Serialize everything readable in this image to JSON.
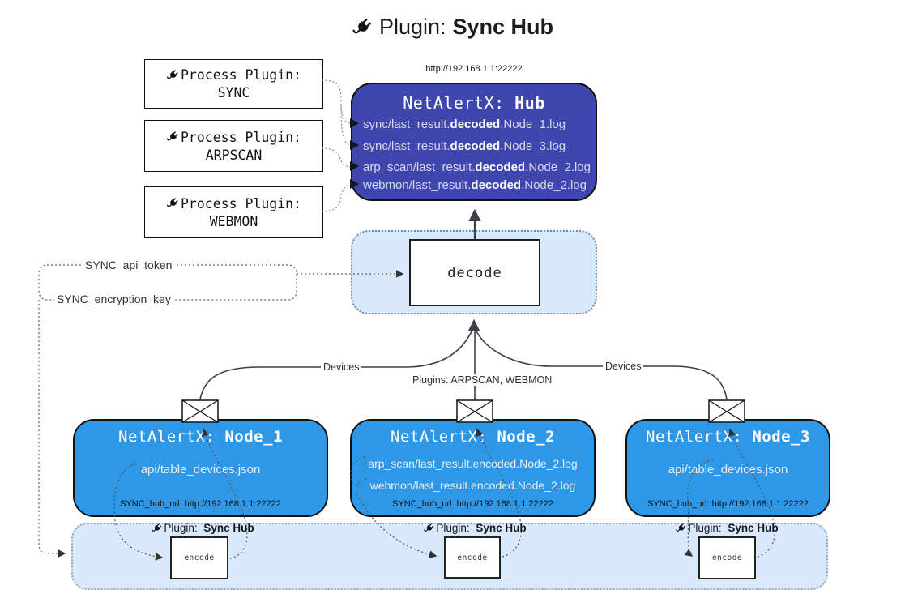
{
  "title": {
    "label": "Plugin:",
    "name": "Sync Hub"
  },
  "process_plugins": [
    {
      "label": "Process Plugin:",
      "name": "SYNC"
    },
    {
      "label": "Process Plugin:",
      "name": "ARPSCAN"
    },
    {
      "label": "Process Plugin:",
      "name": "WEBMON"
    }
  ],
  "hub": {
    "url": "http://192.168.1.1:22222",
    "title": "NetAlertX:",
    "name": "Hub",
    "entries": [
      {
        "pre": "sync/last_result.",
        "bold": "decoded",
        "post": ".Node_1.log"
      },
      {
        "pre": "sync/last_result.",
        "bold": "decoded",
        "post": ".Node_3.log"
      },
      {
        "pre": "arp_scan/last_result.",
        "bold": "decoded",
        "post": ".Node_2.log"
      },
      {
        "pre": "webmon/last_result.",
        "bold": "decoded",
        "post": ".Node_2.log"
      }
    ]
  },
  "decode_label": "decode",
  "settings": {
    "api_token": "SYNC_api_token",
    "encryption_key": "SYNC_encryption_key"
  },
  "edge_labels": {
    "left": "Devices",
    "center": "Plugins: ARPSCAN, WEBMON",
    "right": "Devices"
  },
  "nodes": [
    {
      "title": "NetAlertX:",
      "name": "Node_1",
      "files": [
        "api/table_devices.json"
      ],
      "hub_url": "SYNC_hub_url: http://192.168.1.1:22222"
    },
    {
      "title": "NetAlertX:",
      "name": "Node_2",
      "files": [
        "arp_scan/last_result.encoded.Node_2.log",
        "webmon/last_result.encoded.Node_2.log"
      ],
      "hub_url": "SYNC_hub_url: http://192.168.1.1:22222"
    },
    {
      "title": "NetAlertX:",
      "name": "Node_3",
      "files": [
        "api/table_devices.json"
      ],
      "hub_url": "SYNC_hub_url: http://192.168.1.1:22222"
    }
  ],
  "encoders": [
    {
      "label": "Plugin:",
      "name": "Sync Hub",
      "box": "encode"
    },
    {
      "label": "Plugin:",
      "name": "Sync Hub",
      "box": "encode"
    },
    {
      "label": "Plugin:",
      "name": "Sync Hub",
      "box": "encode"
    }
  ],
  "colors": {
    "hub_bg": "#3f46ae",
    "node_bg": "#2e97e6",
    "panel_bg": "#d9e9fb",
    "edge_line": "#3f3f3f",
    "hub_text": "#d7d7ee",
    "bold_text": "#ffffff"
  }
}
